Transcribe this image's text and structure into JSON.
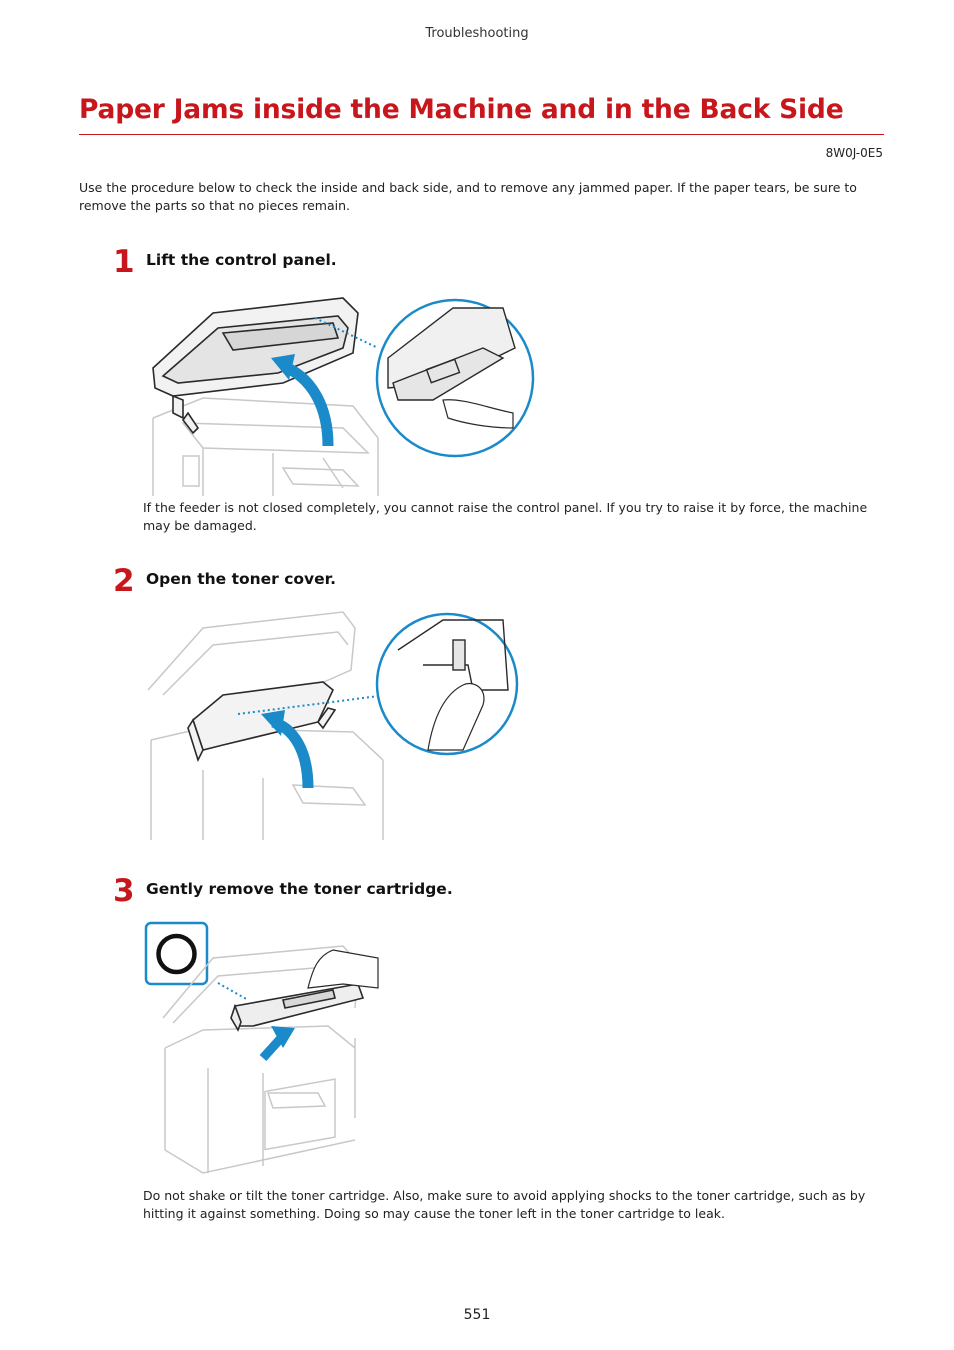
{
  "header": {
    "section": "Troubleshooting"
  },
  "page": {
    "title": "Paper Jams inside the Machine and in the Back Side",
    "doc_code": "8W0J-0E5",
    "intro": "Use the procedure below to check the inside and back side, and to remove any jammed paper. If the paper tears, be sure to remove the parts so that no pieces remain."
  },
  "steps": [
    {
      "number": "1",
      "title": "Lift the control panel.",
      "note": "If the feeder is not closed completely, you cannot raise the control panel. If you try to raise it by force, the machine may be damaged."
    },
    {
      "number": "2",
      "title": "Open the toner cover."
    },
    {
      "number": "3",
      "title": "Gently remove the toner cartridge.",
      "note": "Do not shake or tilt the toner cartridge. Also, make sure to avoid applying shocks to the toner cartridge, such as by hitting it against something. Doing so may cause the toner left in the toner cartridge to leak."
    }
  ],
  "colors": {
    "title_red": "#c8161d",
    "accent_blue": "#1a8ac9",
    "line_gray": "#c8c8c8",
    "dark_line": "#2a2a2a"
  },
  "footer": {
    "page_number": "551"
  }
}
